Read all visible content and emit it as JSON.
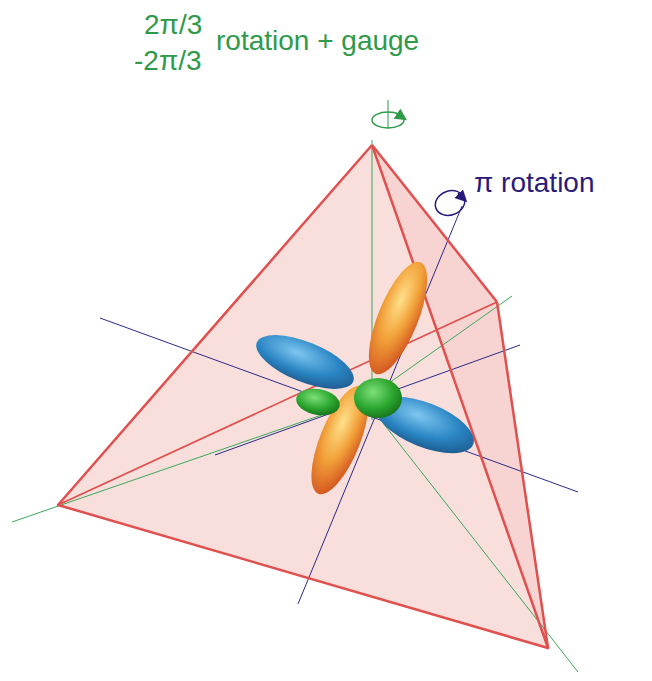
{
  "diagram": {
    "labels": [
      "2π/3",
      "-2π/3",
      "rotation + gauge",
      "π rotation"
    ]
  }
}
